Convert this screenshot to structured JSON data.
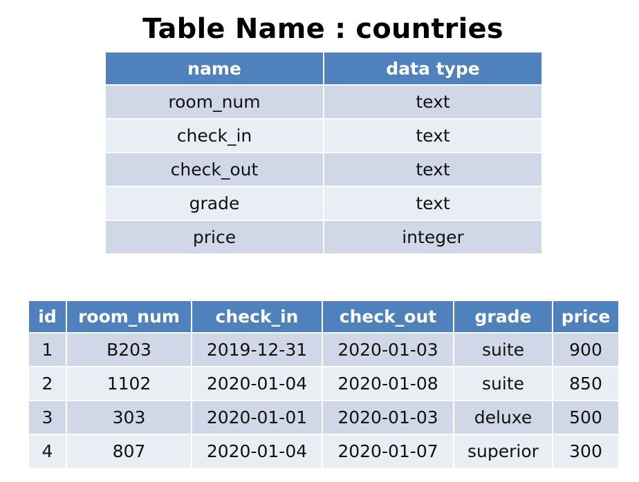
{
  "title": "Table Name : countries",
  "schema_table": {
    "headers": [
      "name",
      "data type"
    ],
    "rows": [
      [
        "room_num",
        "text"
      ],
      [
        "check_in",
        "text"
      ],
      [
        "check_out",
        "text"
      ],
      [
        "grade",
        "text"
      ],
      [
        "price",
        "integer"
      ]
    ]
  },
  "data_table": {
    "headers": [
      "id",
      "room_num",
      "check_in",
      "check_out",
      "grade",
      "price"
    ],
    "rows": [
      [
        "1",
        "B203",
        "2019-12-31",
        "2020-01-03",
        "suite",
        "900"
      ],
      [
        "2",
        "1102",
        "2020-01-04",
        "2020-01-08",
        "suite",
        "850"
      ],
      [
        "3",
        "303",
        "2020-01-01",
        "2020-01-03",
        "deluxe",
        "500"
      ],
      [
        "4",
        "807",
        "2020-01-04",
        "2020-01-07",
        "superior",
        "300"
      ]
    ]
  },
  "colors": {
    "header_bg": "#4f81bd",
    "row_odd_bg": "#d0d8e8",
    "row_even_bg": "#e9edf4"
  }
}
